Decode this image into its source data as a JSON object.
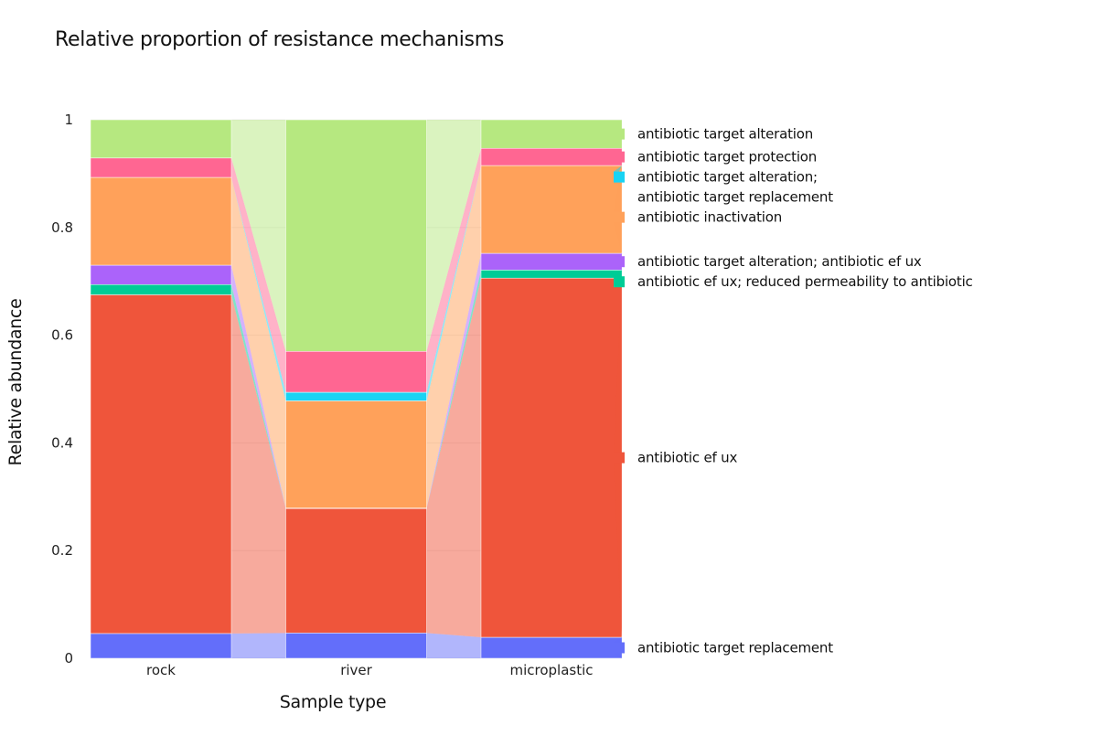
{
  "chart_data": {
    "type": "bar",
    "stacked": true,
    "connectors": true,
    "title": "Relative proportion of resistance mechanisms",
    "xlabel": "Sample type",
    "ylabel": "Relative abundance",
    "categories": [
      "rock",
      "river",
      "microplastic"
    ],
    "ylim": [
      0,
      1
    ],
    "yticks": [
      0,
      0.2,
      0.4,
      0.6,
      0.8,
      1
    ],
    "ytick_labels": [
      "0",
      "0.2",
      "0.4",
      "0.6",
      "0.8",
      "1"
    ],
    "grid": true,
    "legend_position": "right",
    "series": [
      {
        "name": "antibiotic target replacement",
        "color": "#636efa",
        "values": [
          0.046,
          0.047,
          0.039
        ]
      },
      {
        "name": "antibiotic ef ux",
        "color": "#ef553b",
        "values": [
          0.629,
          0.231,
          0.667
        ]
      },
      {
        "name": "antibiotic ef ux; reduced permeability to antibiotic",
        "color": "#00cc96",
        "values": [
          0.019,
          0.0,
          0.015
        ]
      },
      {
        "name": "antibiotic target alteration; antibiotic ef ux",
        "color": "#ab63fa",
        "values": [
          0.036,
          0.001,
          0.031
        ]
      },
      {
        "name": "antibiotic inactivation",
        "color": "#ffa15a",
        "values": [
          0.163,
          0.199,
          0.163
        ]
      },
      {
        "name": "antibiotic target alteration; antibiotic target replacement",
        "label_lines": [
          "antibiotic target alteration;",
          "antibiotic target replacement"
        ],
        "color": "#19d3f3",
        "values": [
          0.0,
          0.016,
          0.0
        ]
      },
      {
        "name": "antibiotic target protection",
        "color": "#ff6692",
        "values": [
          0.036,
          0.076,
          0.032
        ]
      },
      {
        "name": "antibiotic target alteration",
        "color": "#b6e880",
        "values": [
          0.071,
          0.43,
          0.053
        ]
      }
    ]
  }
}
